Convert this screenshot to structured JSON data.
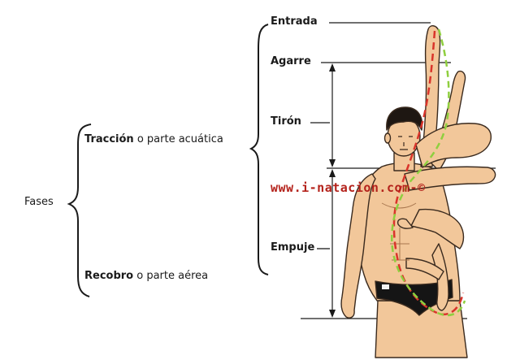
{
  "left": {
    "fases": "Fases",
    "traccion_bold": "Tracción",
    "traccion_rest": " o parte acuática",
    "recobro_bold": "Recobro",
    "recobro_rest": " o parte aérea"
  },
  "stages": {
    "entrada": "Entrada",
    "agarre": "Agarre",
    "tiron": "Tirón",
    "empuje": "Empuje"
  },
  "watermark": "www.i-natacion.com-©",
  "colors": {
    "skin": "#f2c79a",
    "skin_shadow": "#d99c6a",
    "outline": "#3a2a1e",
    "hair": "#1e1712",
    "trunks": "#151515",
    "path_red": "#d9342b",
    "path_green": "#8fcf3f",
    "watermark": "#b4221b"
  }
}
